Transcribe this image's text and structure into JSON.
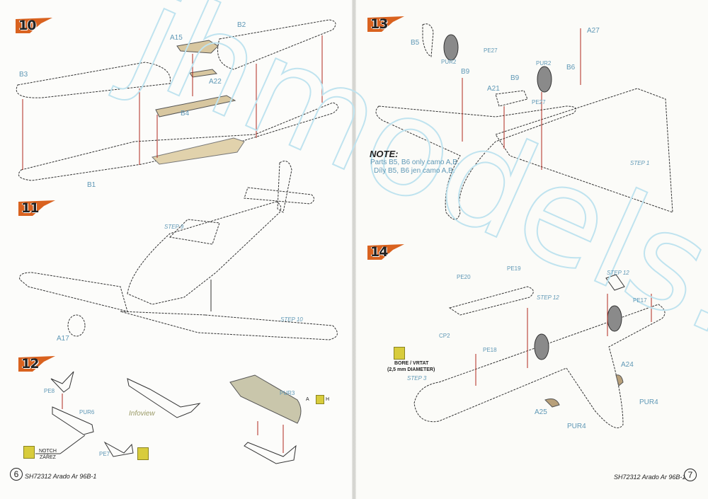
{
  "document": {
    "product_code": "SH72312",
    "model_name": "Arado Ar 96B-1",
    "watermark": "jhmodels.net"
  },
  "left_page": {
    "page_number": "6",
    "steps": [
      {
        "number": "10",
        "part_labels": [
          "B2",
          "A15",
          "B3",
          "A22",
          "B4",
          "B1"
        ]
      },
      {
        "number": "11",
        "part_labels": [
          "A17"
        ],
        "step_refs": [
          "STEP 9",
          "STEP 10"
        ]
      },
      {
        "number": "12",
        "part_labels": [
          "PE8",
          "PUR6",
          "PE7",
          "PUR3"
        ],
        "infoview_label": "Infoview",
        "notch_label_en": "NOTCH",
        "notch_label_cz": "ZÁŘEZ",
        "part_callouts": [
          "A",
          "?",
          "H"
        ]
      }
    ],
    "footer": "SH72312  Arado Ar 96B-1"
  },
  "right_page": {
    "page_number": "7",
    "steps": [
      {
        "number": "13",
        "part_labels": [
          "B5",
          "PUR2",
          "PE27",
          "B9",
          "A27",
          "PUR2",
          "B6",
          "B9",
          "A21",
          "PE27"
        ],
        "step_refs": [
          "STEP 1"
        ],
        "note": {
          "title": "NOTE:",
          "line_en": "Parts B5, B6 only camo A,B.",
          "line_cz": "Díly B5, B6 jen camo A,B."
        }
      },
      {
        "number": "14",
        "part_labels": [
          "PE20",
          "PE19",
          "PE17",
          "CP2",
          "PE18",
          "A24",
          "PUR4",
          "A25",
          "PUR4"
        ],
        "step_refs": [
          "STEP 12",
          "STEP 12",
          "STEP 3"
        ],
        "drill_note_line1": "BORE / VRTAT",
        "drill_note_line2": "(2,5 mm DIAMETER)"
      }
    ],
    "footer": "SH72312  Arado Ar 96B-1"
  },
  "colors": {
    "step_flag": "#d9621f",
    "label_blue": "#5f98b6",
    "part_tan": "#d8c7a0",
    "arrow_red": "#b0281e",
    "warning_yellow": "#d8cc3c",
    "watermark": "#cfe9f3"
  }
}
